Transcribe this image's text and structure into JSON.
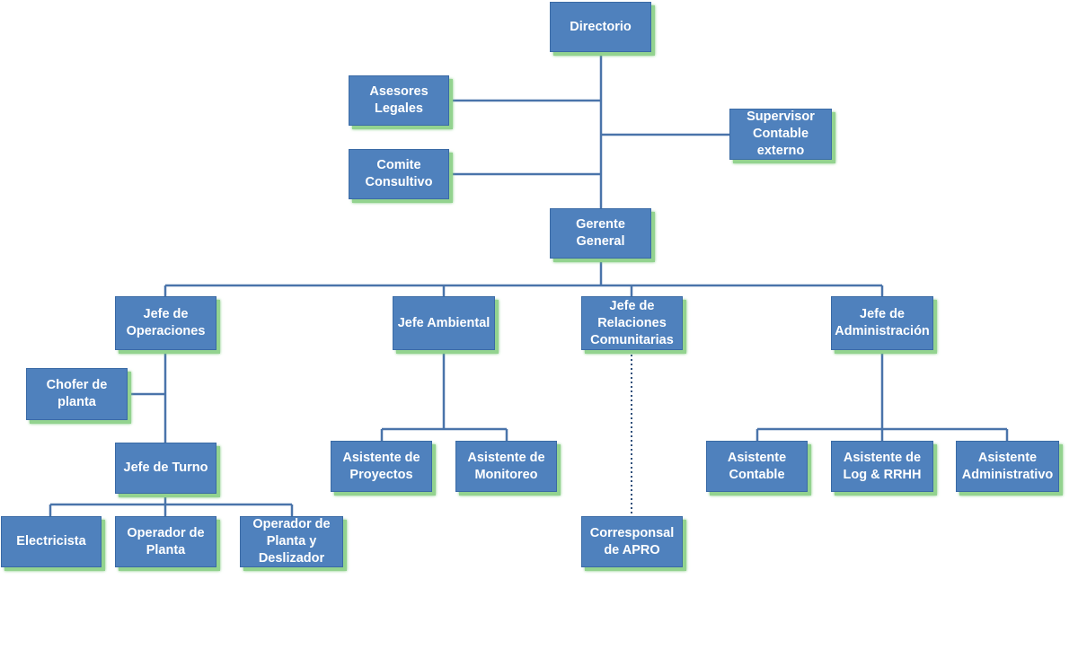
{
  "diagram": {
    "type": "org-chart",
    "colors": {
      "box_fill": "#4f81bd",
      "box_shadow": "#93d38f",
      "connector": "#4a74aa"
    },
    "nodes": {
      "directorio": "Directorio",
      "asesores_legales": "Asesores\nLegales",
      "supervisor_contable": "Supervisor\nContable\nexterno",
      "comite_consultivo": "Comite\nConsultivo",
      "gerente_general": "Gerente\nGeneral",
      "jefe_operaciones": "Jefe de\nOperaciones",
      "jefe_ambiental": "Jefe Ambiental",
      "jefe_relaciones": "Jefe de\nRelaciones\nComunitarias",
      "jefe_administracion": "Jefe de\nAdministración",
      "chofer_planta": "Chofer de\nplanta",
      "jefe_turno": "Jefe de Turno",
      "electricista": "Electricista",
      "operador_planta": "Operador de\nPlanta",
      "operador_deslizador": "Operador de\nPlanta y\nDeslizador",
      "asistente_proyectos": "Asistente de\nProyectos",
      "asistente_monitoreo": "Asistente de\nMonitoreo",
      "corresponsal_apro": "Corresponsal\nde APRO",
      "asistente_contable": "Asistente\nContable",
      "asistente_log_rrhh": "Asistente de\nLog & RRHH",
      "asistente_administrativo": "Asistente\nAdministrativo"
    }
  }
}
